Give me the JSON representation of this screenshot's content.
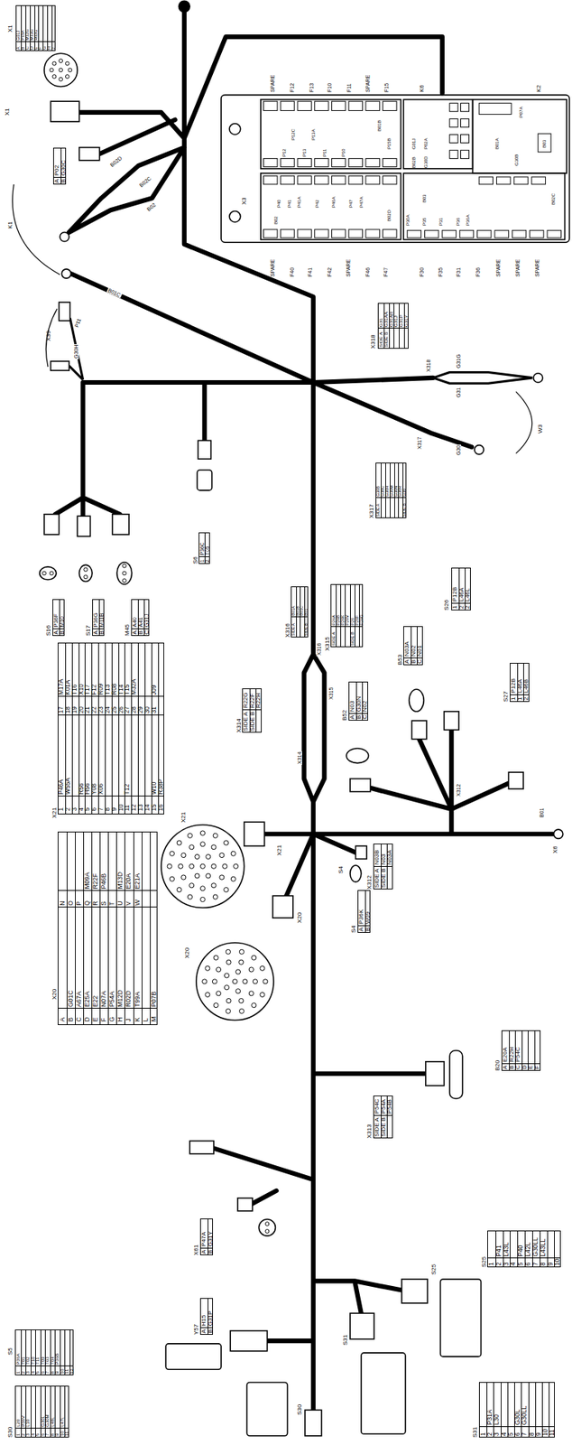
{
  "diagram": {
    "labels": [
      "SPARE",
      "F12",
      "F13",
      "F10",
      "F11",
      "SPARE",
      "F15",
      "K6",
      "K2",
      "P12",
      "P12C",
      "P13",
      "P13A",
      "P11",
      "P10",
      "P15B",
      "B01B",
      "G01J",
      "P02A",
      "B02B",
      "G30D",
      "P07A",
      "B01A",
      "G30B",
      "B03",
      "P40",
      "P41",
      "P41A",
      "P42",
      "P46A",
      "P47",
      "P47A",
      "B02D",
      "B02",
      "B03",
      "P30A",
      "P35",
      "P31",
      "P36",
      "P36A",
      "B02C",
      "SPARE",
      "F40",
      "F41",
      "F42",
      "SPARE",
      "F46",
      "F47",
      "F30",
      "F35",
      "F31",
      "F36",
      "SPARE",
      "SPARE",
      "SPARE",
      "X3",
      "X1",
      "A",
      "G01J",
      "B",
      "P15A",
      "C",
      "M12G",
      "D",
      "M13G",
      "E",
      "R02G",
      "F",
      "G",
      "H",
      "J",
      "X1",
      "A",
      "P02",
      "B",
      "G30C",
      "K1",
      "B02D",
      "B02C",
      "B02",
      "B01C",
      "X39",
      "P11",
      "G30H",
      "X318",
      "SIDE A",
      "G31",
      "SIDE B",
      "G31AA",
      "G31AR",
      "G31J",
      "G31P",
      "G31Y",
      "X318",
      "G31G",
      "G31",
      "X317",
      "G30",
      "W3",
      "X317",
      "SIDE A",
      "G30B",
      "G30C",
      "G30H",
      "G30M",
      "G30N",
      "G30R",
      "SIDE B",
      "G30",
      "S6",
      "1",
      "P36C",
      "2",
      "T05",
      "S16",
      "A",
      "P36F",
      "B",
      "M10",
      "S17",
      "A",
      "P36G",
      "B",
      "M11B",
      "M45",
      "A",
      "A40",
      "B",
      "A41",
      "C",
      "G31J",
      "X316",
      "SIDE A",
      "B01A",
      "B01B",
      "B01C",
      "SIDE B",
      "B01",
      "X316",
      "X315",
      "SIDE A",
      "P26A",
      "P26B",
      "P26K",
      "P26V",
      "SIDE B",
      "P26",
      "P26F",
      "P26G",
      "X315",
      "X314",
      "X314",
      "SIDE A",
      "R22G",
      "SIDE B",
      "R22F",
      "R22H",
      "B52",
      "A",
      "N03",
      "B",
      "G30N",
      "C",
      "N02",
      "B53",
      "A",
      "N03A",
      "B",
      "N02",
      "C",
      "N01",
      "S26",
      "1",
      "P12B",
      "2",
      "L46A",
      "2",
      "L46L",
      "S27",
      "1",
      "P12B",
      "1",
      "L46A",
      "2",
      "L46B",
      "X21",
      "1",
      "P46A",
      "17",
      "M17A",
      "2",
      "W55A",
      "18",
      "K01A",
      "3",
      "19",
      "T16",
      "4",
      "R56",
      "20",
      "X10",
      "5",
      "H56",
      "21",
      "T17",
      "6",
      "Y08",
      "22",
      "F12",
      "7",
      "X06",
      "23",
      "R09",
      "8",
      "24",
      "T13",
      "9",
      "25",
      "R08",
      "10",
      "26",
      "T14",
      "11",
      "T12",
      "27",
      "T15",
      "12",
      "28",
      "M32A",
      "13",
      "29",
      "14",
      "30",
      "15",
      "W10",
      "31",
      "J09",
      "16",
      "R38P",
      "X21",
      "X21",
      "X20",
      "X20",
      "X20",
      "A",
      "N",
      "B",
      "G01C",
      "O",
      "C",
      "A67A",
      "P",
      "D",
      "E25A",
      "Q",
      "M09A",
      "E",
      "E22",
      "R",
      "R22F",
      "F",
      "N07A",
      "S",
      "P46B",
      "G",
      "P54A",
      "T",
      "H",
      "M12D",
      "U",
      "M13D",
      "J",
      "R02D",
      "V",
      "E20A",
      "K",
      "T99A",
      "W",
      "E21A",
      "L",
      "M",
      "P07B",
      "S4",
      "A",
      "P36K",
      "B",
      "W09",
      "S4",
      "X312",
      "SIDE A",
      "N03B",
      "SIDE B",
      "N03",
      "N03A",
      "X312",
      "B01",
      "X6",
      "X313",
      "SIDE A",
      "P54C",
      "SIDE B",
      "P54A",
      "P54B",
      "B20",
      "A",
      "E20A",
      "B",
      "R22H",
      "C",
      "P54C",
      "D",
      "E",
      "F",
      "X61",
      "A",
      "P47A",
      "B",
      "G31Y",
      "Y57",
      "A",
      "H15",
      "B",
      "G31P",
      "S25",
      "1",
      "2",
      "P41",
      "3",
      "L43L",
      "4",
      "5",
      "P40",
      "6",
      "L42L",
      "7",
      "G30LL",
      "8",
      "L43LL",
      "9",
      "10",
      "S25",
      "S31",
      "S30",
      "S31",
      "1",
      "2",
      "P31A",
      "3",
      "L30",
      "4",
      "5",
      "6",
      "G30L",
      "7",
      "G30LL",
      "8",
      "9",
      "10",
      "11",
      "S5",
      "1",
      "P36A",
      "2",
      "T01",
      "3",
      "T02",
      "4",
      "T10",
      "5",
      "T11",
      "6",
      "T09",
      "7",
      "T03",
      "8",
      "T04",
      "9",
      "P36B",
      "10",
      "11",
      "12",
      "S30",
      "1",
      "L20",
      "2",
      "P36V",
      "3",
      "L10",
      "4",
      "5",
      "6",
      "G30L",
      "7",
      "G30M",
      "8",
      "L48L",
      "9",
      "10",
      "L47L",
      "11"
    ]
  }
}
